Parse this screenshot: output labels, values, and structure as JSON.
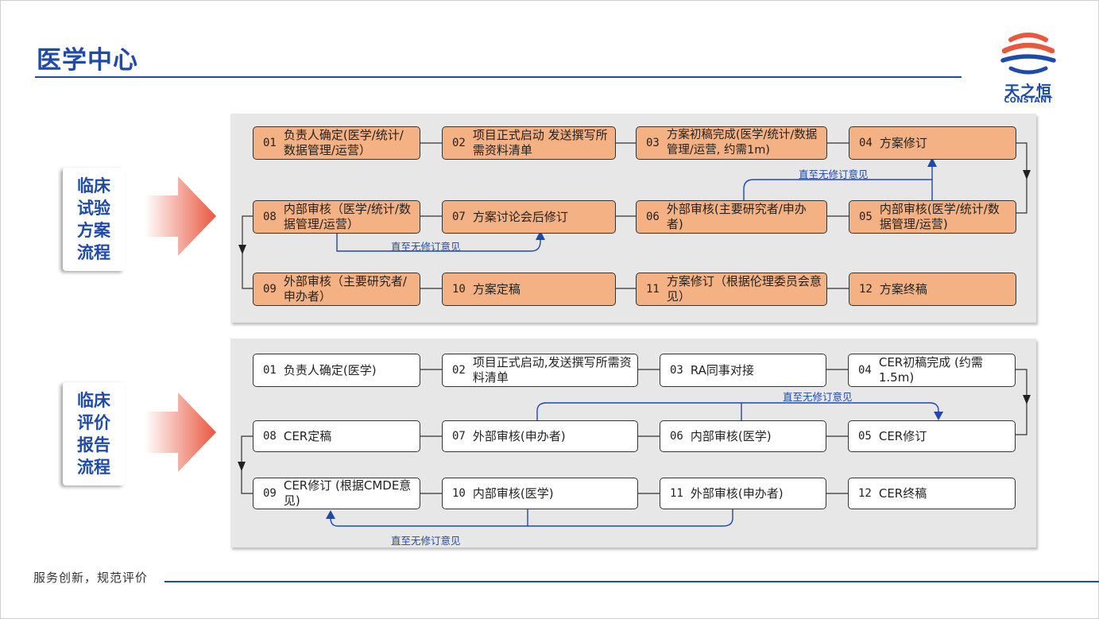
{
  "header": {
    "title": "医学中心"
  },
  "logo": {
    "brand": "天之恒",
    "sub": "CONSTANT",
    "colors": {
      "blue": "#1f4aa8",
      "orange": "#e9573f"
    }
  },
  "colors": {
    "accent": "#1f4aa8",
    "orange_node": "#f4b183",
    "panel": "#e7e7e7",
    "arrow": "#e9573f"
  },
  "sections": [
    {
      "label": "临床试验方案流程",
      "nodes": [
        {
          "num": "01",
          "text": "负责人确定(医学/统计/数据管理/运营）"
        },
        {
          "num": "02",
          "text": "项目正式启动 发送撰写所需资料清单"
        },
        {
          "num": "03",
          "text": "方案初稿完成(医学/统计/数据管理/运营, 约需1m)"
        },
        {
          "num": "04",
          "text": "方案修订"
        },
        {
          "num": "05",
          "text": "内部审核(医学/统计/数据管理/运营)"
        },
        {
          "num": "06",
          "text": "外部审核(主要研究者/申办者)"
        },
        {
          "num": "07",
          "text": "方案讨论会后修订"
        },
        {
          "num": "08",
          "text": "内部审核（医学/统计/数据管理/运营）"
        },
        {
          "num": "09",
          "text": "外部审核（主要研究者/申办者）"
        },
        {
          "num": "10",
          "text": "方案定稿"
        },
        {
          "num": "11",
          "text": "方案修订（根据伦理委员会意见）"
        },
        {
          "num": "12",
          "text": "方案终稿"
        }
      ],
      "annotations": [
        "直至无修订意见",
        "直至无修订意见"
      ]
    },
    {
      "label": "临床评价报告流程",
      "nodes": [
        {
          "num": "01",
          "text": "负责人确定(医学)"
        },
        {
          "num": "02",
          "text": "项目正式启动,发送撰写所需资料清单"
        },
        {
          "num": "03",
          "text": "RA同事对接"
        },
        {
          "num": "04",
          "text": "CER初稿完成 (约需1.5m)"
        },
        {
          "num": "05",
          "text": "CER修订"
        },
        {
          "num": "06",
          "text": "内部审核(医学)"
        },
        {
          "num": "07",
          "text": "外部审核(申办者)"
        },
        {
          "num": "08",
          "text": "CER定稿"
        },
        {
          "num": "09",
          "text": "CER修订 (根据CMDE意见)"
        },
        {
          "num": "10",
          "text": "内部审核(医学)"
        },
        {
          "num": "11",
          "text": "外部审核(申办者)"
        },
        {
          "num": "12",
          "text": "CER终稿"
        }
      ],
      "annotations": [
        "直至无修订意见",
        "直至无修订意见"
      ]
    }
  ],
  "footer": {
    "slogan": "服务创新，规范评价"
  }
}
